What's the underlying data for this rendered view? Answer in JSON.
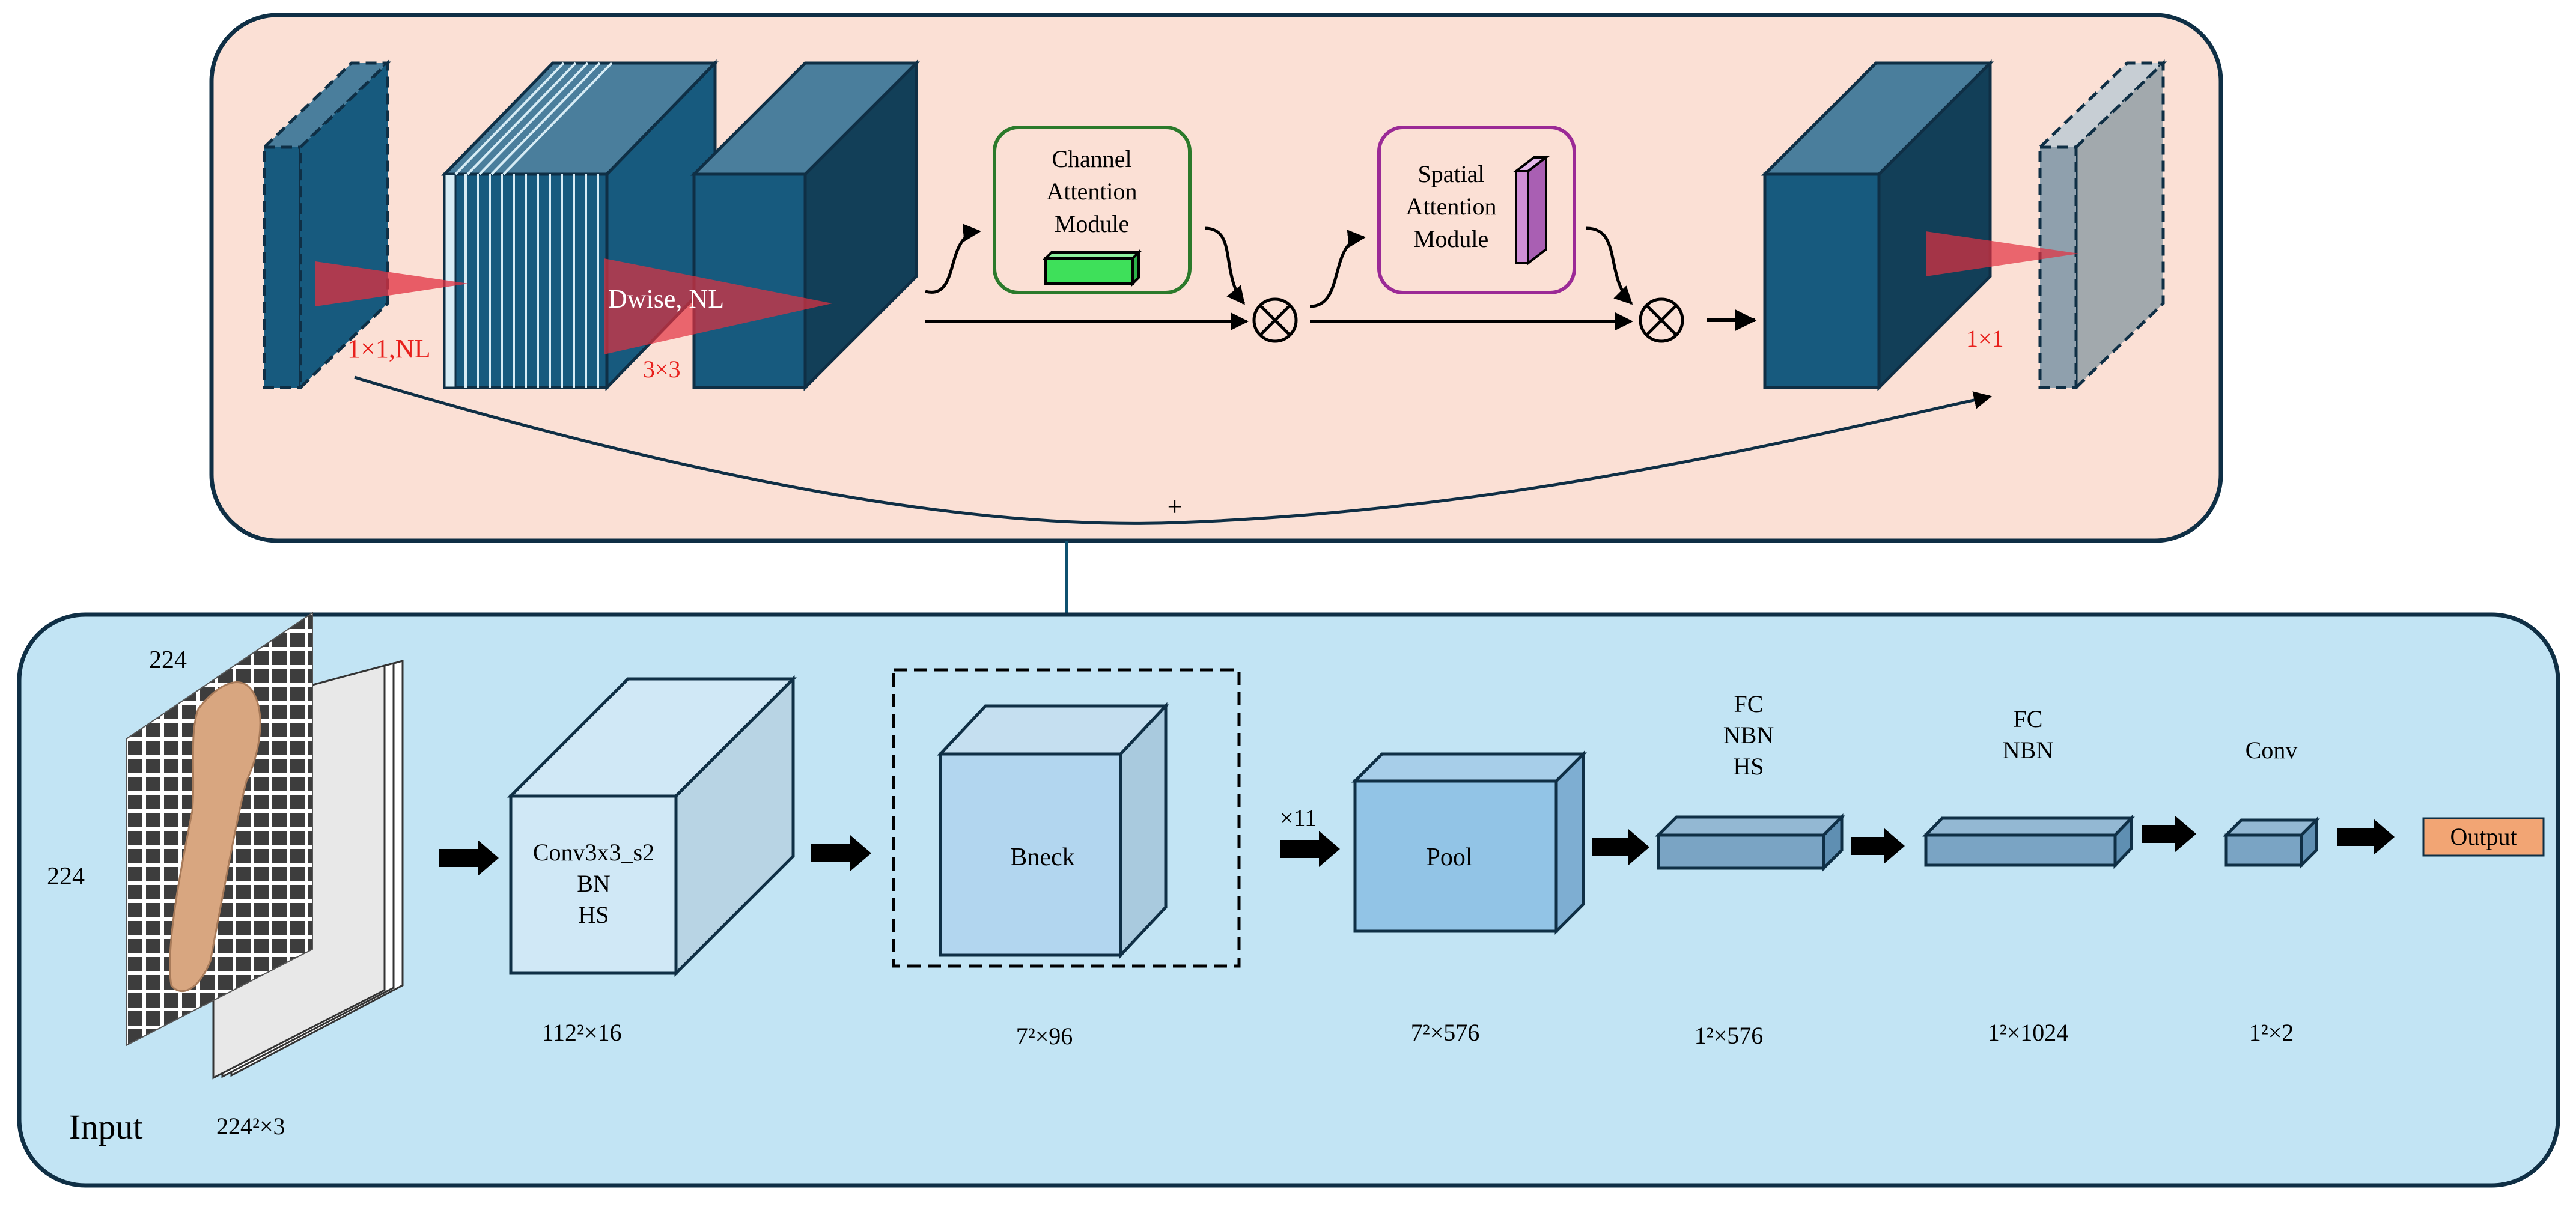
{
  "colors": {
    "bneck_panel_fill": "#fbe0d5",
    "pipeline_panel_fill": "#c2e4f4",
    "panel_stroke": "#0f2f45",
    "dark_teal": "#175a7e",
    "dark_teal_side": "#123f58",
    "dark_teal_top": "#4a7e9c",
    "red_label": "#e8201c",
    "kernel_triangle": "#e23040",
    "channel_border": "#2b7a2b",
    "channel_block": "#3ee05a",
    "spatial_border": "#9b2a96",
    "spatial_block": "#cf8fd6",
    "output_fill": "#f2a574"
  },
  "bneck": {
    "label_1x1_nl": "1×1,NL",
    "label_dwise": "Dwise, NL",
    "label_3x3": "3×3",
    "label_1x1": "1×1",
    "channel_module": [
      "Channel",
      "Attention",
      "Module"
    ],
    "spatial_module": [
      "Spatial",
      "Attention",
      "Module"
    ],
    "plus": "+",
    "multiply_icon": "circled-times"
  },
  "pipeline": {
    "input_label": "Input",
    "input_height": "224",
    "input_width": "224",
    "input_dim": "224²×3",
    "conv_block": [
      "Conv3x3_s2",
      "BN",
      "HS"
    ],
    "conv_dim": "112²×16",
    "bneck_label": "Bneck",
    "bneck_dim": "7²×96",
    "repeat": "×11",
    "pool_label": "Pool",
    "pool_dim": "7²×576",
    "fc1_label": [
      "FC",
      "NBN",
      "HS"
    ],
    "fc1_dim": "1²×576",
    "fc2_label": [
      "FC",
      "NBN"
    ],
    "fc2_dim": "1²×1024",
    "conv_final_label": "Conv",
    "conv_final_dim": "1²×2",
    "output_label": "Output"
  }
}
